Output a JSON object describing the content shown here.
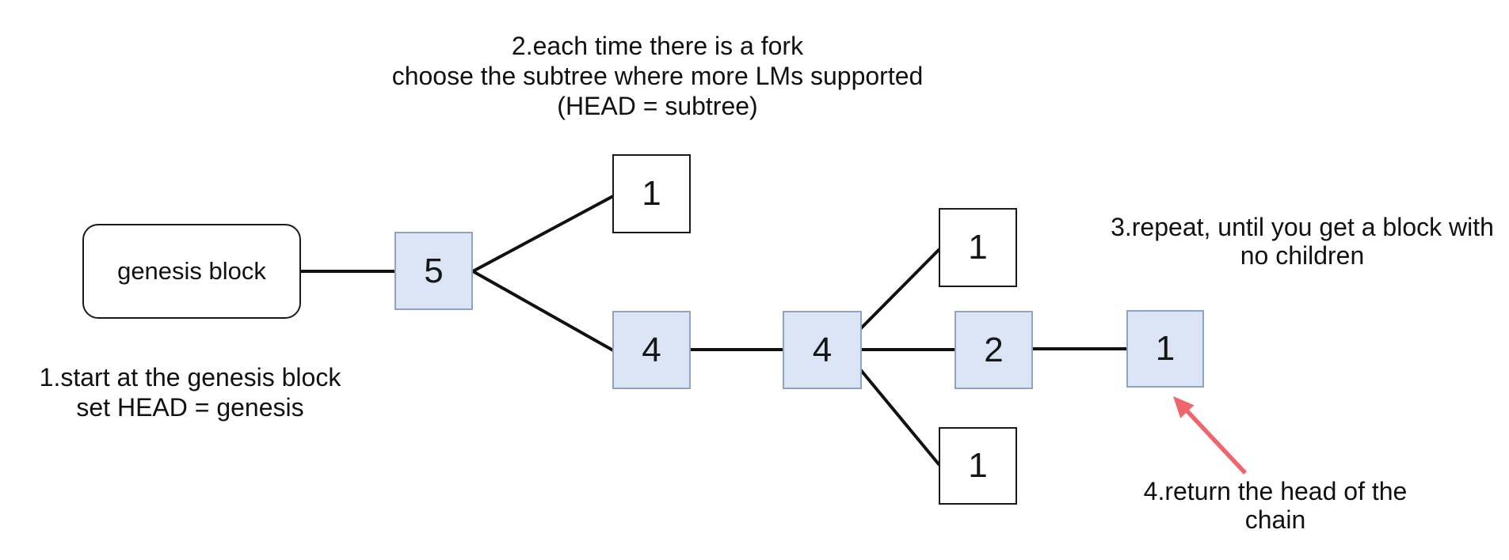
{
  "diagram": {
    "description": "fork-choice rule on a block tree",
    "annotations": {
      "step1": {
        "lines": [
          "1.start at the genesis block",
          "set HEAD = genesis"
        ]
      },
      "step2": {
        "lines": [
          "2.each time there is a fork",
          "choose the subtree where more LMs supported",
          "(HEAD = subtree)"
        ]
      },
      "step3": {
        "lines": [
          "3.repeat, until you get a block with",
          "no children"
        ]
      },
      "step4": {
        "lines": [
          "4.return the head of the",
          "chain"
        ]
      }
    },
    "nodes": {
      "genesis": {
        "label": "genesis block",
        "style": "rounded-white"
      },
      "n5": {
        "label": "5",
        "style": "blue"
      },
      "n1_fork_top": {
        "label": "1",
        "style": "white"
      },
      "n4_first": {
        "label": "4",
        "style": "blue"
      },
      "n4_second": {
        "label": "4",
        "style": "blue"
      },
      "n1_fork_mid": {
        "label": "1",
        "style": "white"
      },
      "n2": {
        "label": "2",
        "style": "blue"
      },
      "n1_fork_bottom": {
        "label": "1",
        "style": "white"
      },
      "n1_head": {
        "label": "1",
        "style": "blue"
      }
    },
    "edges": [
      {
        "from": "genesis",
        "to": "n5"
      },
      {
        "from": "n5",
        "to": "n1_fork_top"
      },
      {
        "from": "n5",
        "to": "n4_first"
      },
      {
        "from": "n4_first",
        "to": "n4_second"
      },
      {
        "from": "n4_second",
        "to": "n1_fork_mid"
      },
      {
        "from": "n4_second",
        "to": "n2"
      },
      {
        "from": "n4_second",
        "to": "n1_fork_bottom"
      },
      {
        "from": "n2",
        "to": "n1_head"
      }
    ],
    "arrow": {
      "points_to": "n1_head",
      "from_annotation": "step4"
    },
    "colors": {
      "background": "#ffffff",
      "highlighted_block_fill": "#dbe5f6",
      "highlighted_block_stroke": "#8ea4c4",
      "plain_block_stroke": "#1a1a1a",
      "connector": "#111111",
      "arrow": "#f0646c",
      "text": "#111111"
    }
  }
}
